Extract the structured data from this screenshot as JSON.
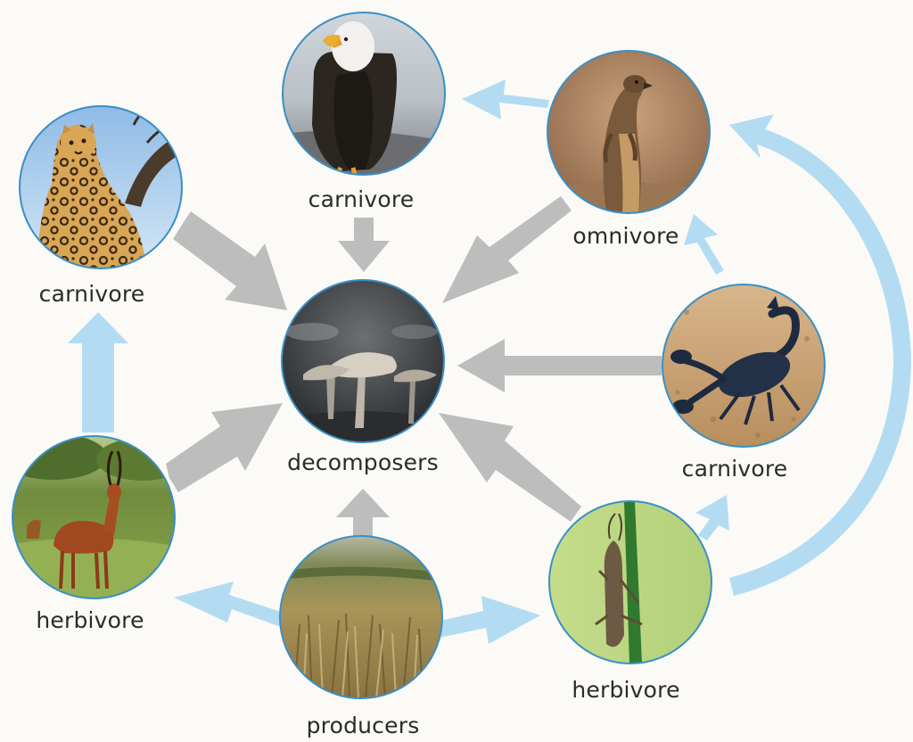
{
  "colors": {
    "energy_arrow": "#b3dcf2",
    "decomposition_arrow": "#bdbdbd",
    "node_ring": "#3a8fc4",
    "label_text": "#2b2b2b",
    "page_background": "#fbfaf7"
  },
  "nodes": {
    "eagle": {
      "label": "carnivore",
      "picture": "bald-eagle"
    },
    "leopard": {
      "label": "carnivore",
      "picture": "leopard"
    },
    "meerkat": {
      "label": "omnivore",
      "picture": "meerkat"
    },
    "mushrooms": {
      "label": "decomposers",
      "picture": "mushrooms"
    },
    "scorpion": {
      "label": "carnivore",
      "picture": "scorpion"
    },
    "impala": {
      "label": "herbivore",
      "picture": "impala"
    },
    "grasshopper": {
      "label": "herbivore",
      "picture": "grasshopper"
    },
    "grass": {
      "label": "producers",
      "picture": "grassland"
    }
  },
  "edges": [
    {
      "from": "meerkat",
      "to": "eagle",
      "kind": "energy"
    },
    {
      "from": "scorpion",
      "to": "meerkat",
      "kind": "energy"
    },
    {
      "from": "grasshopper",
      "to": "scorpion",
      "kind": "energy"
    },
    {
      "from": "grasshopper",
      "to": "meerkat",
      "kind": "energy"
    },
    {
      "from": "impala",
      "to": "leopard",
      "kind": "energy"
    },
    {
      "from": "grass",
      "to": "impala",
      "kind": "energy"
    },
    {
      "from": "grass",
      "to": "grasshopper",
      "kind": "energy"
    },
    {
      "from": "eagle",
      "to": "mushrooms",
      "kind": "decomposition"
    },
    {
      "from": "leopard",
      "to": "mushrooms",
      "kind": "decomposition"
    },
    {
      "from": "meerkat",
      "to": "mushrooms",
      "kind": "decomposition"
    },
    {
      "from": "scorpion",
      "to": "mushrooms",
      "kind": "decomposition"
    },
    {
      "from": "impala",
      "to": "mushrooms",
      "kind": "decomposition"
    },
    {
      "from": "grasshopper",
      "to": "mushrooms",
      "kind": "decomposition"
    },
    {
      "from": "grass",
      "to": "mushrooms",
      "kind": "decomposition"
    }
  ]
}
